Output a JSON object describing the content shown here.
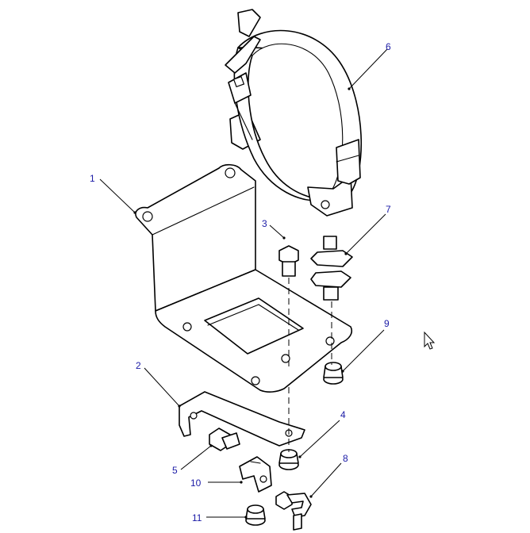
{
  "diagram": {
    "callout_color": "#1a1aa6",
    "line_color": "#000000",
    "background": "#ffffff",
    "callouts": [
      {
        "id": "1",
        "label": "1"
      },
      {
        "id": "2",
        "label": "2"
      },
      {
        "id": "3",
        "label": "3"
      },
      {
        "id": "4",
        "label": "4"
      },
      {
        "id": "5",
        "label": "5"
      },
      {
        "id": "6",
        "label": "6"
      },
      {
        "id": "7",
        "label": "7"
      },
      {
        "id": "8",
        "label": "8"
      },
      {
        "id": "9",
        "label": "9"
      },
      {
        "id": "10",
        "label": "10"
      },
      {
        "id": "11",
        "label": "11"
      }
    ]
  },
  "cursor": {
    "icon": "mouse-pointer-icon"
  }
}
